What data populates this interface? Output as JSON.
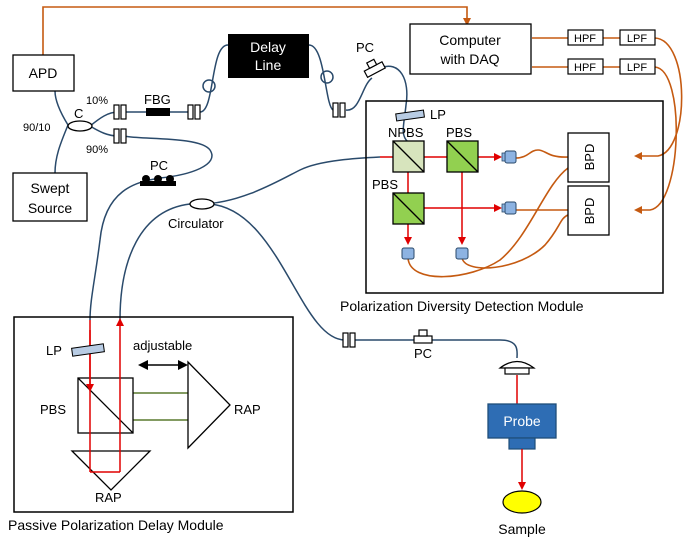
{
  "labels": {
    "apd": "APD",
    "computer_line1": "Computer",
    "computer_line2": "with DAQ",
    "hpf": "HPF",
    "lpf": "LPF",
    "delay_line1": "Delay",
    "delay_line2": "Line",
    "pc": "PC",
    "fbg": "FBG",
    "ratio_10": "10%",
    "ratio_90": "90%",
    "coupler_ratio": "90/10",
    "coupler_c": "C",
    "swept_line1": "Swept",
    "swept_line2": "Source",
    "circulator": "Circulator",
    "lp": "LP",
    "npbs": "NPBS",
    "pbs": "PBS",
    "bpd": "BPD",
    "pdd_module": "Polarization Diversity Detection Module",
    "ppd_module": "Passive Polarization Delay Module",
    "adjustable": "adjustable",
    "rap": "RAP",
    "probe": "Probe",
    "sample": "Sample"
  },
  "colors": {
    "fiber": "#2a4a6b",
    "electrical": "#c55a11",
    "beam_red": "#e00000",
    "beam_green": "#5a7a2e",
    "npbs_fill": "#d7e4bd",
    "pbs_fill": "#92d050",
    "detector_fill": "#8db3e2",
    "probe_fill": "#2e6db4",
    "delay_fill": "#000000",
    "sample_fill": "#ffff00"
  }
}
